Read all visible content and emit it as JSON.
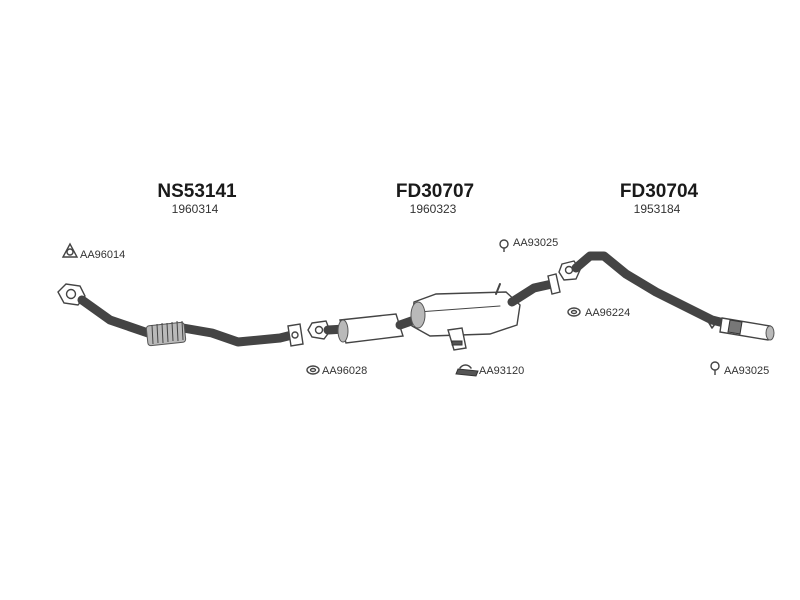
{
  "sections": [
    {
      "code": "NS53141",
      "ref": "1960314"
    },
    {
      "code": "FD30707",
      "ref": "1960323"
    },
    {
      "code": "FD30704",
      "ref": "1953184"
    }
  ],
  "parts": {
    "gasket_front": "AA96014",
    "gasket_mid": "AA96028",
    "clamp": "AA93120",
    "hanger_top": "AA93025",
    "gasket_rear": "AA96224",
    "hanger_rear": "AA93025"
  },
  "colors": {
    "line": "#444444",
    "shade": "#b9b9b9",
    "text": "#222222"
  }
}
